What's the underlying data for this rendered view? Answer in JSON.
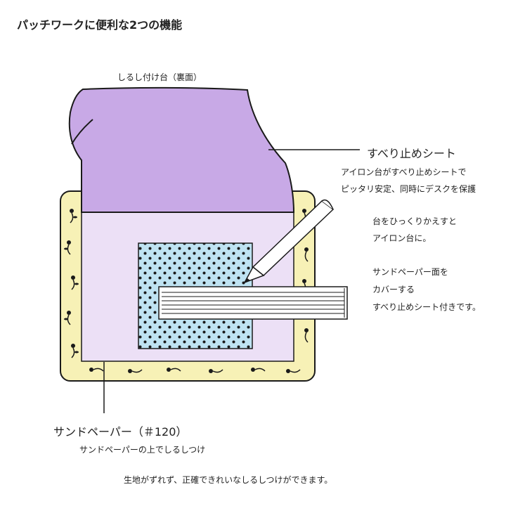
{
  "title": "パッチワークに便利な2つの機能",
  "labels": {
    "top_board": "しるし付け台（裏面）",
    "nonslip_sheet": "すべり止めシート",
    "nonslip_desc_line1": "アイロン台がすべり止めシートで",
    "nonslip_desc_line2": "ピッタリ安定、同時にデスクを保護",
    "flip_note_line1": "台をひっくりかえすと",
    "flip_note_line2": "アイロン台に。",
    "cover_note_line1": "サンドペーパー面を",
    "cover_note_line2": "カバーする",
    "cover_note_line3": "すべり止めシート付きです。",
    "sandpaper": "サンドペーパー（＃120）",
    "sandpaper_desc": "サンドペーパーの上でしるしつけ",
    "bottom_note": "生地がずれず、正確できれいなしるしつけができます。"
  },
  "colors": {
    "frame_fill": "#f7f1b6",
    "sheet_purple": "#c8a9e6",
    "sandpaper_lavender": "#ece0f6",
    "fabric_blue": "#bfe3f2",
    "ink": "#1a1a1a"
  },
  "icons": {
    "pencil": "pencil-icon",
    "ruler": "ruler-icon"
  }
}
